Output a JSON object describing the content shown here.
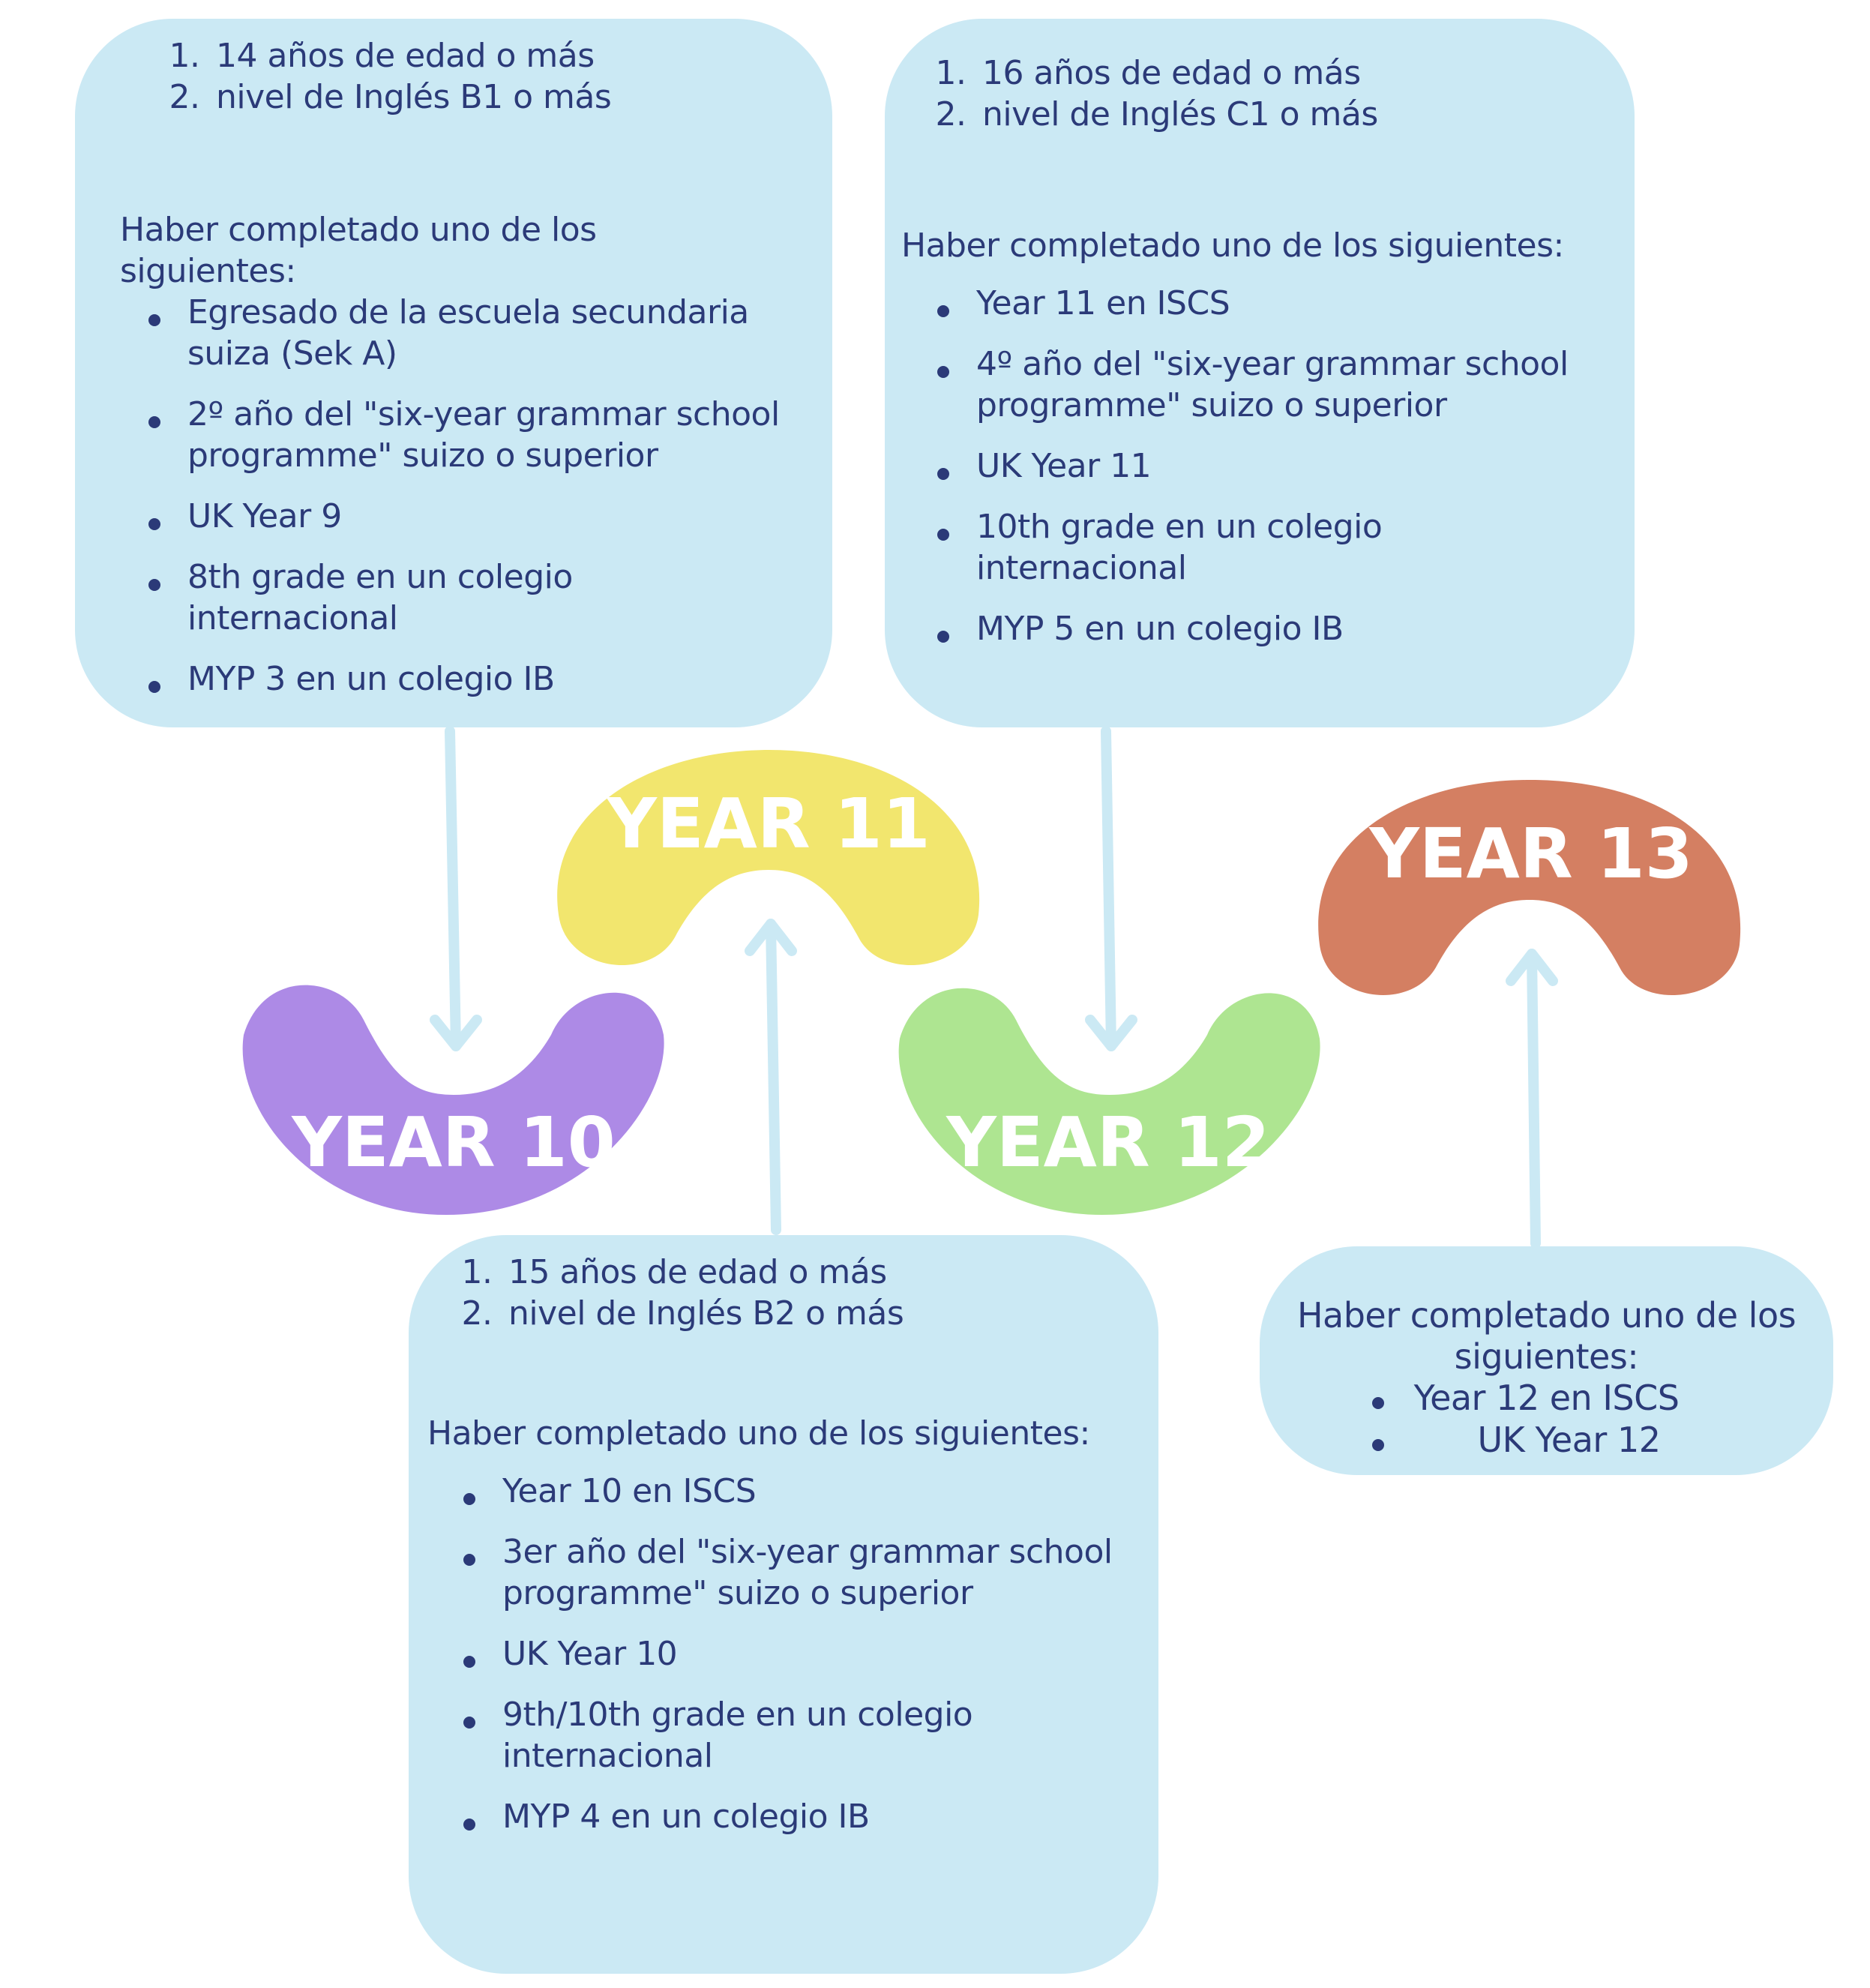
{
  "colors": {
    "box_bg": "#cbe9f4",
    "text": "#2b3a78",
    "arrow": "#cbe9f4",
    "year10": "#ad8ae6",
    "year11": "#f2e66e",
    "year12": "#aee591",
    "year13": "#d47f62"
  },
  "year_labels": {
    "year10": "YEAR 10",
    "year11": "YEAR 11",
    "year12": "YEAR 12",
    "year13": "YEAR 13"
  },
  "year10_requirements": {
    "conditions": [
      "14 años de edad o más",
      "nivel de Inglés B1 o más"
    ],
    "intro": "Haber completado uno de los siguientes:",
    "options": [
      "Egresado de la escuela secundaria suiza (Sek A)",
      "2º año del \"six-year grammar school programme\" suizo o superior",
      "UK Year 9",
      "8th grade en un colegio internacional",
      "MYP 3 en un colegio IB"
    ]
  },
  "year12_requirements": {
    "conditions": [
      "16 años de edad o más",
      "nivel de Inglés C1 o más"
    ],
    "intro": "Haber completado uno de los siguientes:",
    "options": [
      "Year 11 en ISCS",
      "4º año del \"six-year grammar school programme\" suizo o superior",
      "UK Year 11",
      "10th grade en un colegio internacional",
      "MYP 5 en un colegio IB"
    ]
  },
  "year11_requirements": {
    "conditions": [
      "15 años de edad o más",
      "nivel de Inglés B2  o más"
    ],
    "intro": "Haber completado uno de los siguientes:",
    "options": [
      "Year 10 en ISCS",
      "3er año del \"six-year grammar school programme\" suizo o superior",
      "UK Year 10",
      "9th/10th grade en un colegio internacional",
      "MYP 4 en un colegio IB"
    ]
  },
  "year13_requirements": {
    "intro": "Haber completado uno de los siguientes:",
    "options": [
      "Year 12 en ISCS",
      "UK Year 12"
    ]
  }
}
